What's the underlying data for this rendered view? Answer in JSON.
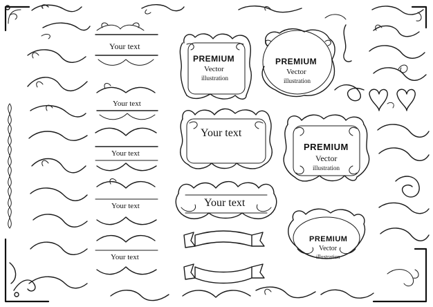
{
  "frames": {
    "frame1": {
      "title": "PREMIUM",
      "line2": "Vector",
      "line3": "illustration"
    },
    "frame2": {
      "title": "PREMIUM",
      "line2": "Vector",
      "line3": "illustration"
    },
    "frame3": {
      "title": "PREMIUM",
      "line2": "Vector",
      "line3": "illustration"
    },
    "frame4": {
      "title": "PREMIUM",
      "line2": "Vector",
      "line3": "illustration"
    }
  },
  "dividers": {
    "d1": "Your text",
    "d2": "Your text",
    "d3": "Your text",
    "d4": "Your text",
    "d5": "Your text"
  },
  "frames_text": {
    "big1": "Your text",
    "big2": "Your text"
  },
  "colors": {
    "ink": "#1a1a1a",
    "background": "#ffffff"
  }
}
